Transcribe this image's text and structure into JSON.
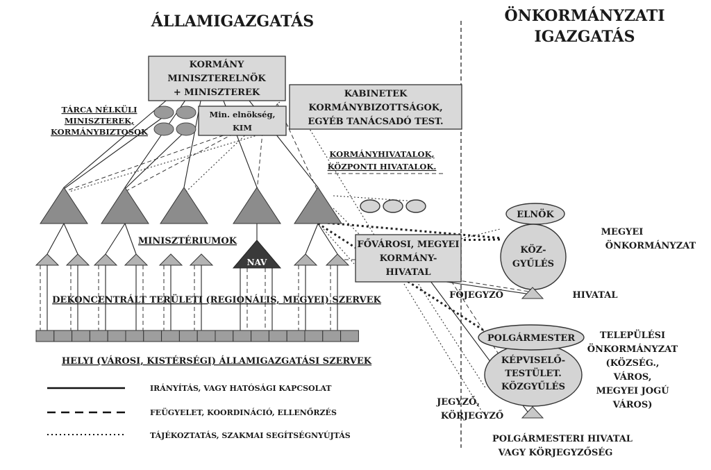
{
  "titles": {
    "left": "ÁLLAMIGAZGATÁS",
    "right_line1": "ÖNKORMÁNYZATI",
    "right_line2": "IGAZGATÁS"
  },
  "kormany_box": {
    "line1": "KORMÁNY",
    "line2": "MINISZTERELNÖK",
    "line3": "+ MINISZTEREK"
  },
  "min_elnokseg": {
    "line1": "Min. elnökség,",
    "line2": "KIM"
  },
  "kabinetek": {
    "line1": "KABINETEK",
    "line2": "KORMÁNYBIZOTTSÁGOK,",
    "line3": "EGYÉB TANÁCSADÓ TEST."
  },
  "tarca": {
    "line1": "TÁRCA NÉLKÜLI",
    "line2": "MINISZTEREK,",
    "line3": "KORMÁNYBIZTOSOK"
  },
  "kormanyhivatalok": {
    "line1": "KORMÁNYHIVATALOK,",
    "line2": "KÖZPONTI HIVATALOK."
  },
  "minisztериumok_label": "MINISZTÉRIUMOK",
  "nav_label": "NAV",
  "fovarosi": {
    "line1": "FŐVÁROSI, MEGYEI",
    "line2": "KORMÁNY-",
    "line3": "HIVATAL"
  },
  "dekoncentralt": "DEKONCENTRÁLT TERÜLETI (REGIONÁLIS, MEGYEI) SZERVEK",
  "helyi": "HELYI (VÁROSI, KISTÉRSÉGI) ÁLLAMIGAZGATÁSI SZERVEK",
  "legend": {
    "solid": "IRÁNYÍTÁS, VAGY HATÓSÁGI KAPCSOLAT",
    "dashed": "FEÜGYELET, KOORDINÁCIÓ, ELLENŐRZÉS",
    "dotted": "TÁJÉKOZTATÁS, SZAKMAI SEGÍTSÉGNYÚJTÁS"
  },
  "megyei": {
    "elnok": "ELNÖK",
    "kozgyules_line1": "KÖZ-",
    "kozgyules_line2": "GYŰLÉS",
    "title_line1": "MEGYEI",
    "title_line2": "ÖNKORMÁNYZAT",
    "fojegyzo": "FŐJEGYZŐ",
    "hivatal": "HIVATAL"
  },
  "telepulesi": {
    "polgarmester": "POLGÁRMESTER",
    "kt_line1": "KÉPVISELŐ-",
    "kt_line2": "TESTÜLET.",
    "kt_line3": "KÖZGYŰLÉS",
    "title_line1": "TELEPÜLÉSI",
    "title_line2": "ÖNKORMÁNYZAT",
    "title_line3": "(KÖZSÉG.,",
    "title_line4": "VÁROS,",
    "title_line5": "MEGYEI JOGÚ",
    "title_line6": "VÁROS)",
    "jegyzo_line1": "JEGYZŐ,",
    "jegyzo_line2": "KÖRJEGYZŐ",
    "hivatal_line1": "POLGÁRMESTERI HIVATAL",
    "hivatal_line2": "VAGY KÖRJEGYZŐSÉG"
  }
}
